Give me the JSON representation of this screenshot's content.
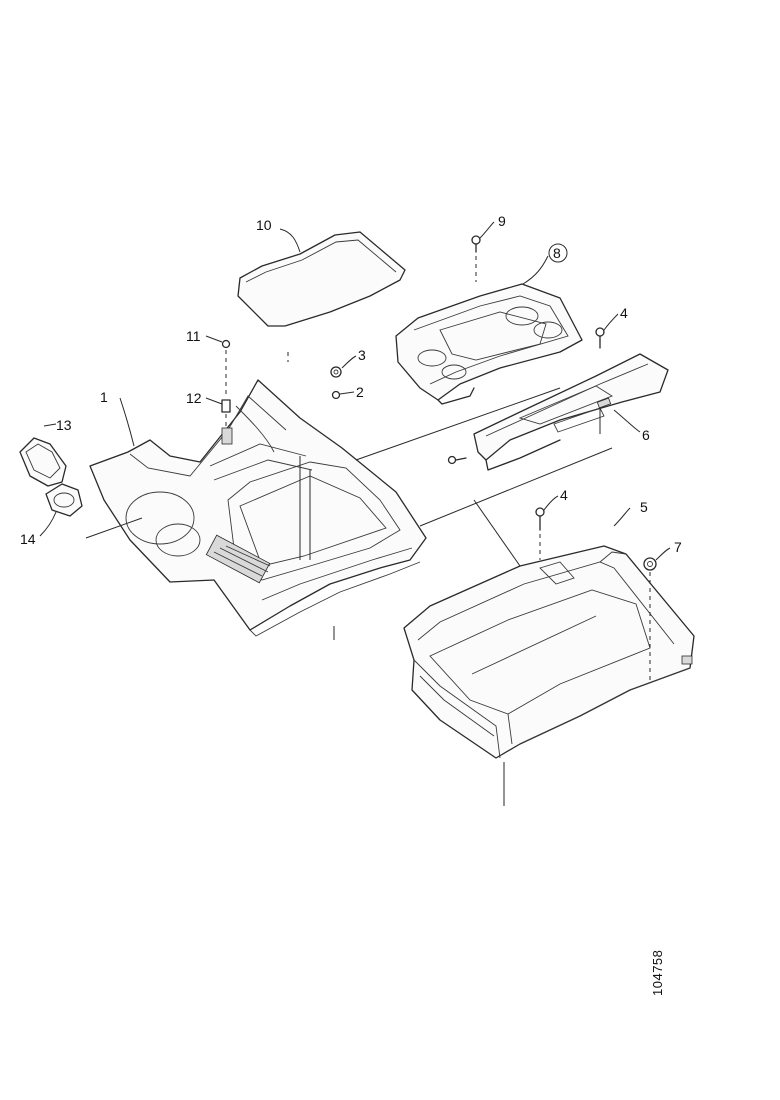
{
  "callouts": {
    "c1": "1",
    "c2": "2",
    "c3": "3",
    "c4a": "4",
    "c4b": "4",
    "c5": "5",
    "c6": "6",
    "c7": "7",
    "c8": "8",
    "c9": "9",
    "c10": "10",
    "c11": "11",
    "c12": "12",
    "c13": "13",
    "c14": "14"
  },
  "drawing_number": "104758",
  "colors": {
    "line": "#2a2a2a",
    "background": "#ffffff",
    "shade": "#d9d9d9"
  }
}
